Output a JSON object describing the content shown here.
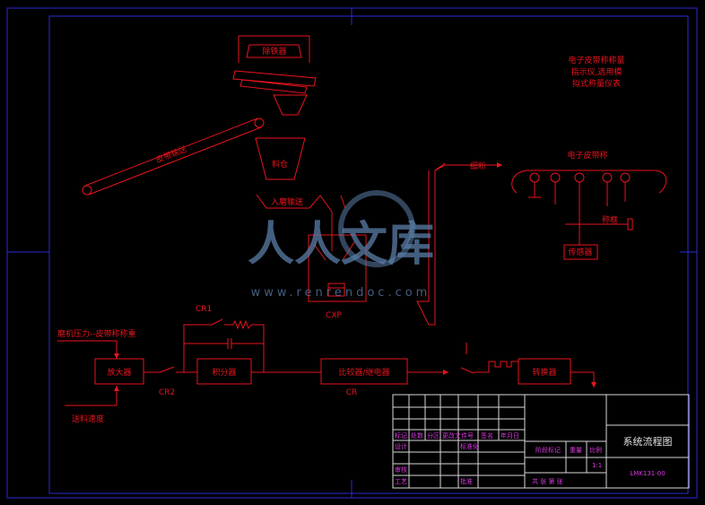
{
  "notes": {
    "top_right_1": "电子皮带称称量",
    "top_right_2": "指示仪,选用模",
    "top_right_3": "拟式称量仪表"
  },
  "labels": {
    "iron_remover": "除铁器",
    "belt_conveyor": "皮带输送",
    "bin": "料仓",
    "mill_feed": "入磨输送",
    "fine_powder": "细粉",
    "electronic_belt_scale": "电子皮带称",
    "weighing_frame": "称框",
    "sensor": "传感器",
    "mill": "CXP",
    "cr1": "CR1",
    "cr2": "CR2",
    "cr": "CR",
    "mill_pressure": "磨机压力--皮带称称重",
    "feed_speed": "送料速度",
    "amplifier": "放大器",
    "integrator": "积分器",
    "comparator": "比较器/继电器",
    "converter": "转换器"
  },
  "title_block": {
    "title": "系统流程图",
    "drawing_no": "LMK131-00",
    "scale_value": "1:1",
    "row_marks": "标记",
    "row_count": "处数",
    "row_zone": "分区",
    "row_doc": "更改文件号",
    "row_sign": "签名",
    "row_date": "年月日",
    "design": "设计",
    "standard": "标准化",
    "review": "审核",
    "process": "工艺",
    "approve": "批准",
    "stage_mark": "阶段标记",
    "weight": "重量",
    "scale": "比例",
    "sheets": "共 张 第 张"
  },
  "watermark": {
    "main": "人人文库",
    "url": "www.renrendoc.com"
  }
}
